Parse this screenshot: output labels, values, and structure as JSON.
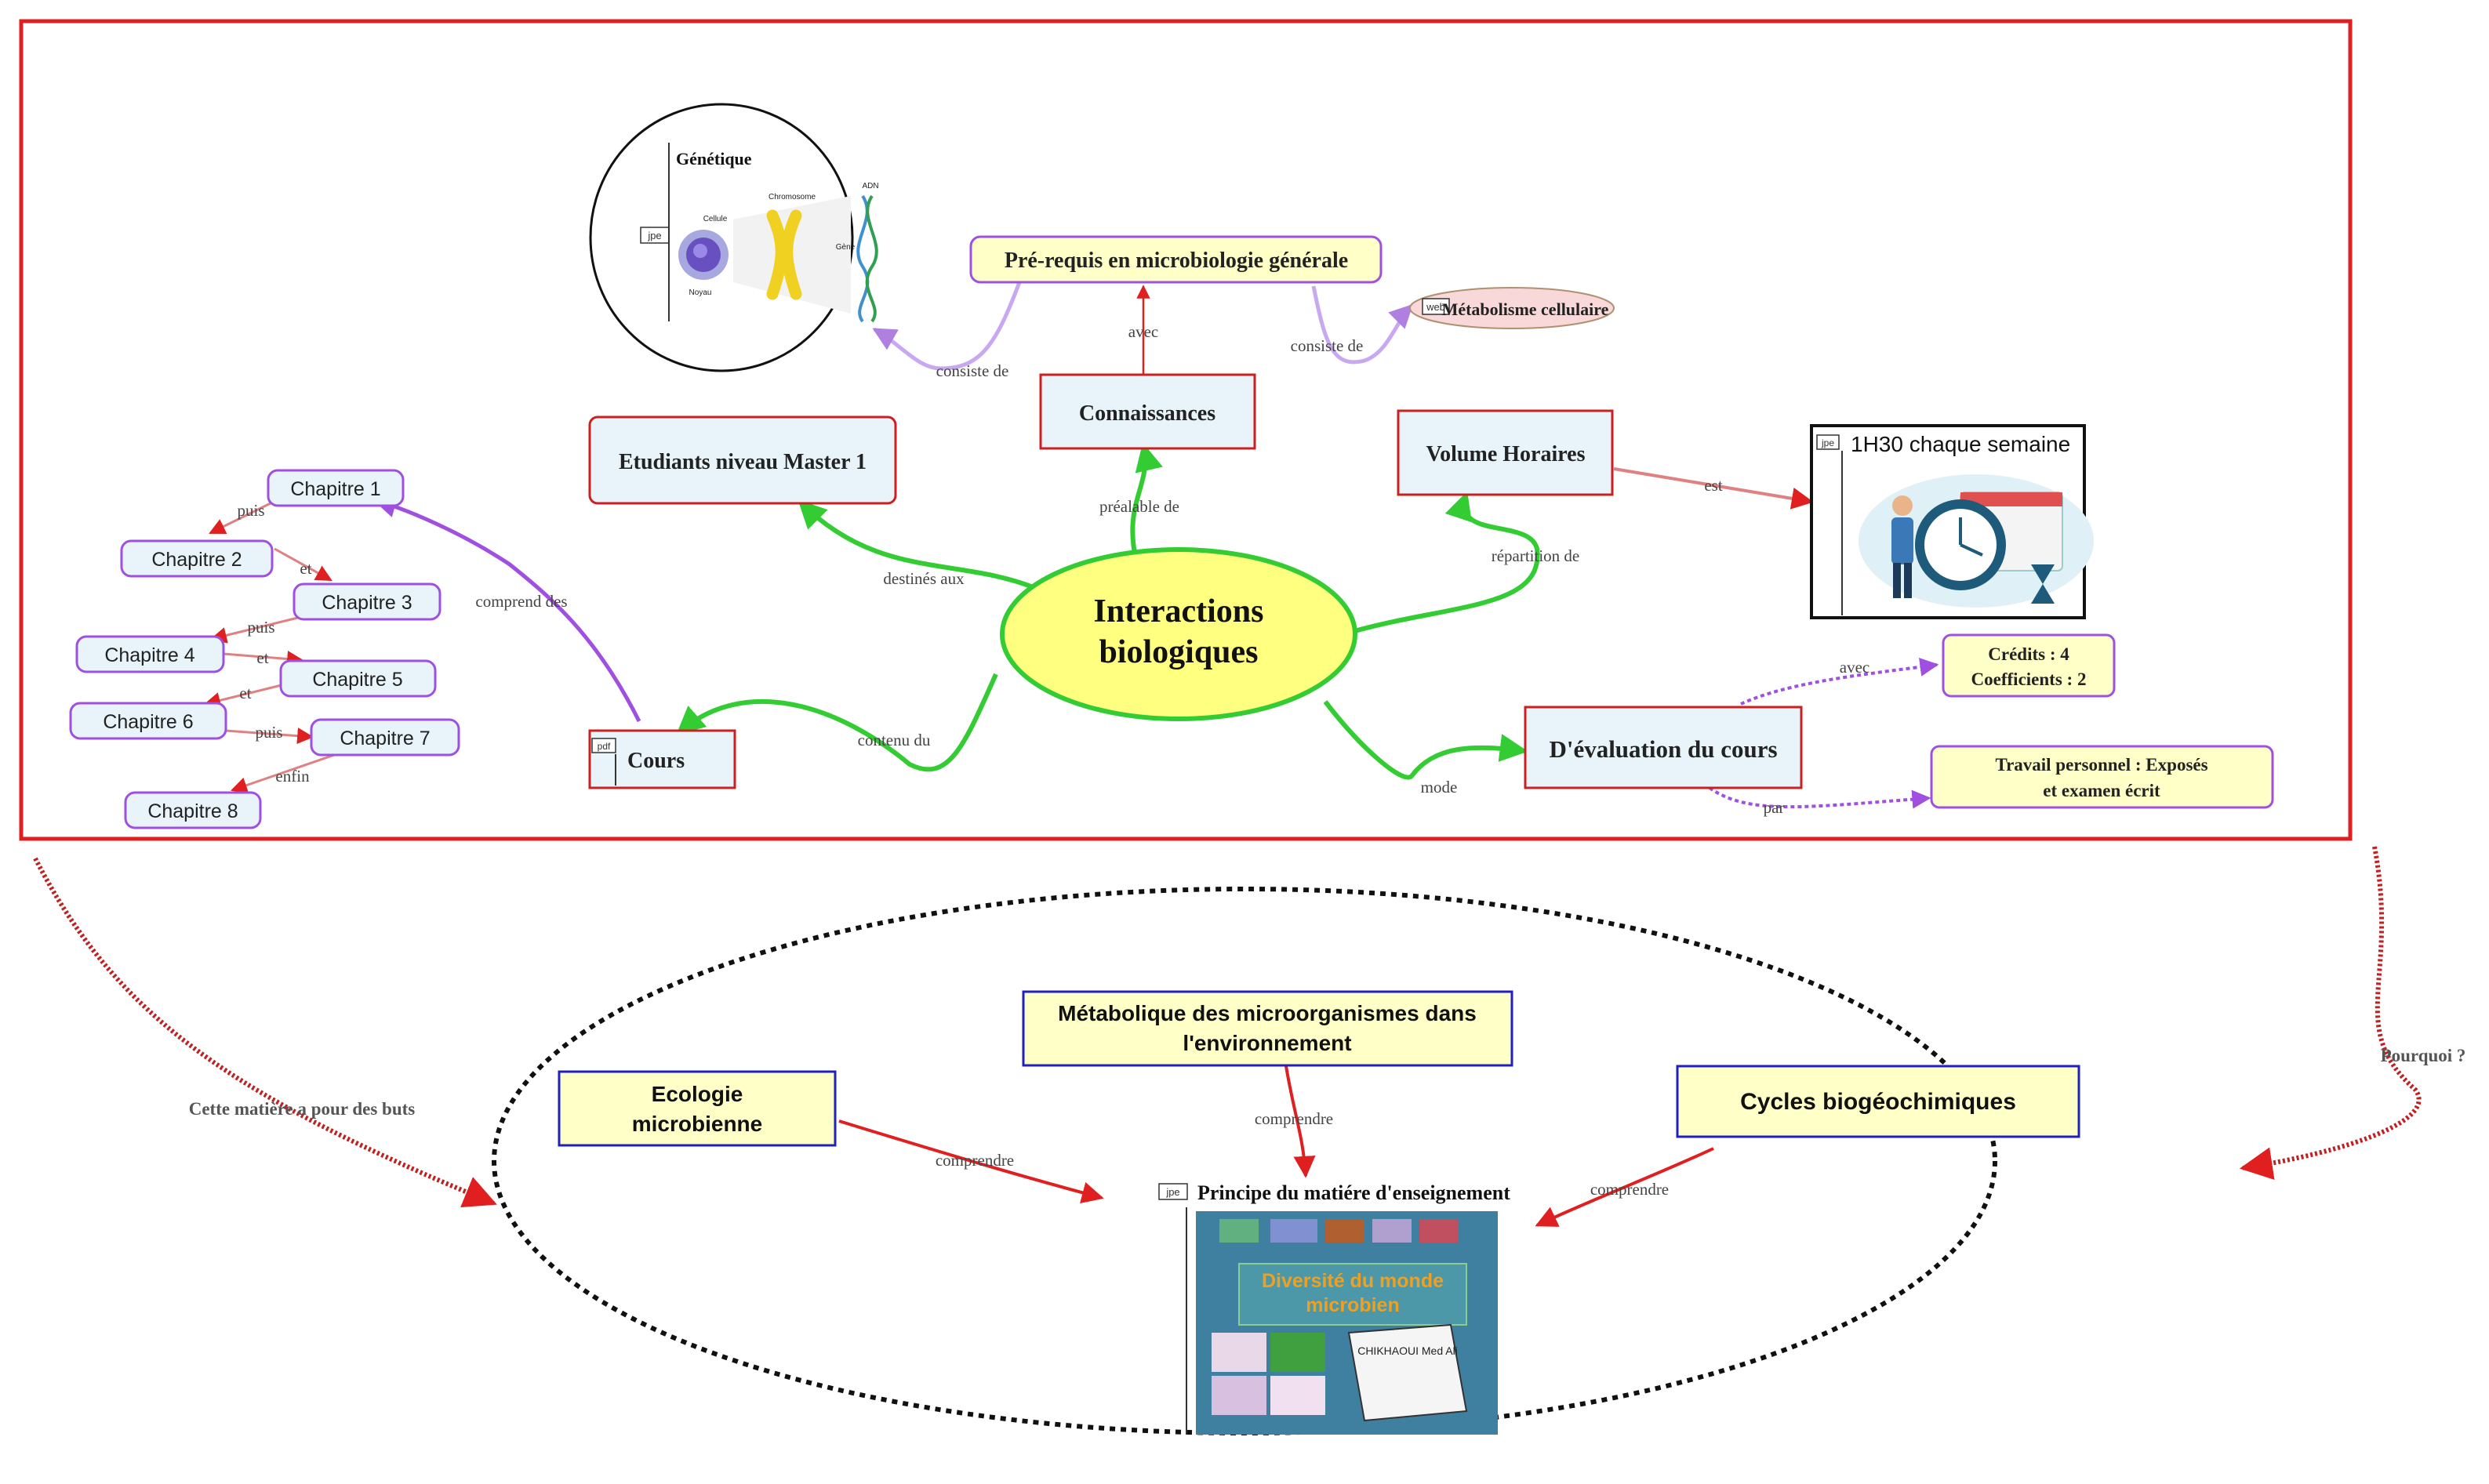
{
  "central": {
    "line1": "Interactions",
    "line2": "biologiques"
  },
  "nodes": {
    "connaissances": "Connaissances",
    "prerequis": "Pré-requis en microbiologie générale",
    "metabolisme_cellulaire": "Métabolisme cellulaire",
    "genetique": "Génétique",
    "etudiants": "Etudiants niveau Master 1",
    "volume_horaires": "Volume Horaires",
    "horaire_detail": "1H30 chaque semaine",
    "cours": "Cours",
    "evaluation": "D'évaluation du cours",
    "credits": "Crédits : 4",
    "coefficients": "Coefficients : 2",
    "travail_line1": "Travail personnel : Exposés",
    "travail_line2": "et examen écrit",
    "chapitres": [
      "Chapitre 1",
      "Chapitre 2",
      "Chapitre 3",
      "Chapitre 4",
      "Chapitre 5",
      "Chapitre 6",
      "Chapitre 7",
      "Chapitre 8"
    ],
    "ecologie_line1": "Ecologie",
    "ecologie_line2": "microbienne",
    "metabolique_line1": "Métabolique des microorganismes dans",
    "metabolique_line2": "l'environnement",
    "cycles": "Cycles biogéochimiques",
    "principe": "Principe du matiére d'enseignement"
  },
  "links": {
    "avec": "avec",
    "consiste_de_left": "consiste de",
    "consiste_de_right": "consiste de",
    "prealable_de": "préalable de",
    "destines_aux": "destinés aux",
    "repartition_de": "répartition de",
    "est": "est",
    "contenu_du": "contenu du",
    "comprend_des": "comprend des",
    "mode": "mode",
    "eval_avec": "avec",
    "par": "par",
    "puis1": "puis",
    "et1": "et",
    "puis2": "puis",
    "et2": "et",
    "et3": "et",
    "puis3": "puis",
    "enfin": "enfin",
    "buts": "Cette matière a pour des buts",
    "pourquoi": "Pourquoi ?",
    "comprendre1": "comprendre",
    "comprendre2": "comprendre",
    "comprendre3": "comprendre"
  },
  "genetique_image": {
    "cellule": "Cellule",
    "noyau": "Noyau",
    "chromosome": "Chromosome",
    "adn": "ADN",
    "gene": "Gène"
  },
  "poster": {
    "title_line1": "Diversité du monde",
    "title_line2": "microbien",
    "author": "CHIKHAOUI Med Ali"
  },
  "file_tags": {
    "jpe": "jpe",
    "web": "web",
    "pdf": "pdf"
  },
  "colors": {
    "frame_red": "#e02020",
    "green": "#33cc33",
    "purple": "#a050e0",
    "central_fill": "#ffff80",
    "node_fill": "#e8f4fa",
    "yellow_fill": "#ffffc8"
  }
}
